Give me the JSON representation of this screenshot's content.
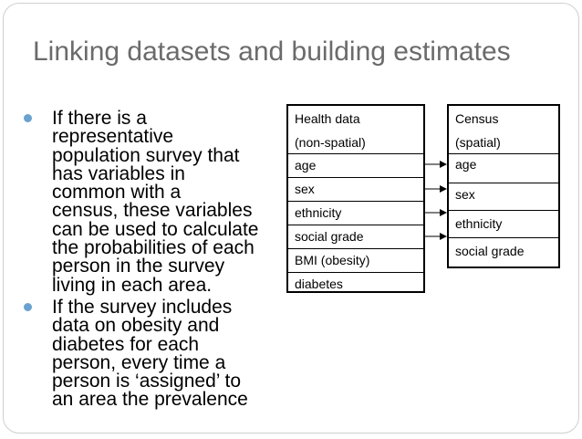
{
  "slide": {
    "title": "Linking datasets and building estimates",
    "bullets": [
      {
        "lines": [
          "If there is a",
          "representative",
          "population survey that",
          "has variables in",
          "common with a",
          "census, these variables",
          "can be used to calculate",
          "the probabilities of each",
          "person in the survey",
          "living in each area."
        ]
      },
      {
        "lines": [
          "If the survey includes",
          "data on obesity and",
          "diabetes for each",
          "person, every time a",
          "person is ‘assigned’ to",
          "an area the prevalence"
        ]
      }
    ]
  },
  "health_table": {
    "title_line1": "Health data",
    "title_line2": "(non-spatial)",
    "rows": [
      "age",
      "sex",
      "ethnicity",
      "social grade",
      "BMI (obesity)",
      "diabetes"
    ]
  },
  "census_table": {
    "title_line1": "Census",
    "title_line2": "(spatial)",
    "rows": [
      "age",
      "sex",
      "ethnicity",
      "social grade"
    ]
  },
  "colors": {
    "title": "#6b6b6b",
    "bullet": "#6aa1cf",
    "border": "#cfcfcf"
  }
}
